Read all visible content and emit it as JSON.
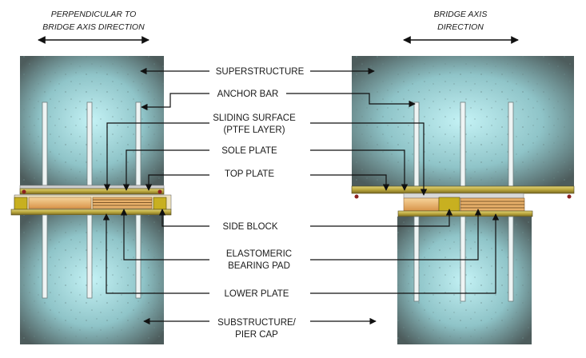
{
  "directions": {
    "left_line1": "PERPENDICULAR TO",
    "left_line2": "BRIDGE AXIS DIRECTION",
    "right_line1": "BRIDGE AXIS",
    "right_line2": "DIRECTION"
  },
  "labels": {
    "superstructure": "SUPERSTRUCTURE",
    "anchor_bar": "ANCHOR BAR",
    "sliding_surface_line1": "SLIDING SURFACE",
    "sliding_surface_line2": "(PTFE LAYER)",
    "sole_plate": "SOLE PLATE",
    "top_plate": "TOP PLATE",
    "side_block": "SIDE BLOCK",
    "elastomeric_line1": "ELASTOMERIC",
    "elastomeric_line2": "BEARING PAD",
    "lower_plate": "LOWER PLATE",
    "substructure_line1": "SUBSTRUCTURE/",
    "substructure_line2": "PIER CAP"
  },
  "colors": {
    "concrete_center": "#bfeef2",
    "concrete_edge": "#4a5858",
    "plate": "#c9b84a",
    "plate_edge": "#5a5020",
    "elastomer": "#f0b870",
    "side_block": "#c8b020",
    "ptfe": "#d8d8d8",
    "arrow": "#111111"
  }
}
